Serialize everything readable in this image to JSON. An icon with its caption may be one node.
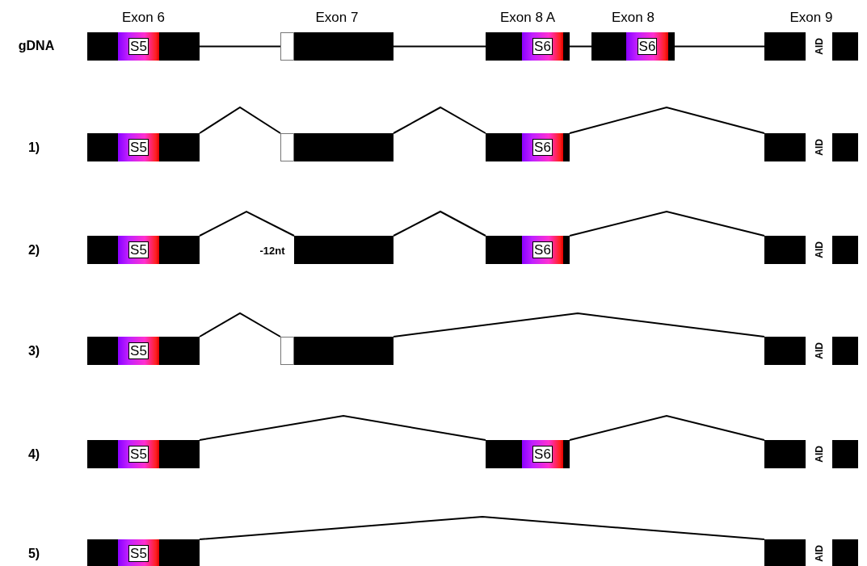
{
  "diagram": {
    "nodes": [
      {
        "text": [],
        "shape": "box",
        "beside": [
          "Exon 6"
        ]
      },
      {
        "text": [
          "S5"
        ],
        "in": 0
      },
      {
        "text": [],
        "shape": "box",
        "beside": [
          "Exon 7"
        ]
      },
      {
        "text": [],
        "shape": "box",
        "in": 2
      },
      {
        "text": [],
        "shape": "box",
        "beside": [
          "Exon 8 A"
        ]
      },
      {
        "text": [
          "S6"
        ],
        "in": 4
      },
      {
        "text": [],
        "shape": "box",
        "beside": [
          "Exon 8"
        ]
      },
      {
        "text": [
          "S6"
        ],
        "in": 6
      },
      {
        "text": [],
        "shape": "box",
        "beside": [
          "Exon 9"
        ]
      },
      {
        "text": [
          "AID"
        ],
        "in": 8
      },
      {
        "text": [],
        "shape": "box"
      },
      {
        "text": [
          "S5"
        ],
        "in": 10
      },
      {
        "text": [],
        "shape": "box"
      },
      {
        "text": [],
        "shape": "box",
        "in": 12
      },
      {
        "text": [],
        "shape": "box"
      },
      {
        "text": [
          "S6"
        ],
        "in": 14
      },
      {
        "text": [],
        "shape": "box"
      },
      {
        "text": [
          "AID"
        ],
        "in": 16
      },
      {
        "text": [],
        "shape": "box"
      },
      {
        "text": [
          "S5"
        ],
        "in": 18
      },
      {
        "text": [],
        "shape": "box",
        "beside": [
          "-12nt"
        ]
      },
      {
        "text": [],
        "shape": "box"
      },
      {
        "text": [
          "S6"
        ],
        "in": 21
      },
      {
        "text": [],
        "shape": "box"
      },
      {
        "text": [
          "AID"
        ],
        "in": 23
      },
      {
        "text": [],
        "shape": "box"
      },
      {
        "text": [
          "S5"
        ],
        "in": 25
      },
      {
        "text": [],
        "shape": "box"
      },
      {
        "text": [],
        "shape": "box",
        "in": 27
      },
      {
        "text": [],
        "shape": "box"
      },
      {
        "text": [
          "AID"
        ],
        "in": 29
      },
      {
        "text": [],
        "shape": "box"
      },
      {
        "text": [
          "S5"
        ],
        "in": 31
      },
      {
        "text": [],
        "shape": "box"
      },
      {
        "text": [
          "S6"
        ],
        "in": 33
      },
      {
        "text": [],
        "shape": "box"
      },
      {
        "text": [
          "AID"
        ],
        "in": 35
      },
      {
        "text": [],
        "shape": "box"
      },
      {
        "text": [
          "S5"
        ],
        "in": 37
      },
      {
        "text": [],
        "shape": "box"
      },
      {
        "text": [
          "AID"
        ],
        "in": 39
      }
    ],
    "edges": [
      {
        "from": 0,
        "to": 2,
        "arrow": "none"
      },
      {
        "from": 2,
        "to": 4,
        "arrow": "none"
      },
      {
        "from": 4,
        "to": 6,
        "arrow": "none"
      },
      {
        "from": 6,
        "to": 8,
        "arrow": "none"
      },
      {
        "from": 10,
        "to": 12,
        "arrow": "none"
      },
      {
        "from": 12,
        "to": 14,
        "arrow": "none"
      },
      {
        "from": 14,
        "to": 16,
        "arrow": "none"
      },
      {
        "from": 18,
        "to": 20,
        "arrow": "none"
      },
      {
        "from": 20,
        "to": 21,
        "arrow": "none"
      },
      {
        "from": 21,
        "to": 23,
        "arrow": "none"
      },
      {
        "from": 25,
        "to": 27,
        "arrow": "none"
      },
      {
        "from": 27,
        "to": 29,
        "arrow": "none"
      },
      {
        "from": 31,
        "to": 33,
        "arrow": "none"
      },
      {
        "from": 33,
        "to": 35,
        "arrow": "none"
      },
      {
        "from": 37,
        "to": 39,
        "arrow": "none"
      }
    ],
    "labels": [
      "gDNA",
      "1)",
      "2)",
      "3)",
      "4)",
      "5)"
    ]
  }
}
